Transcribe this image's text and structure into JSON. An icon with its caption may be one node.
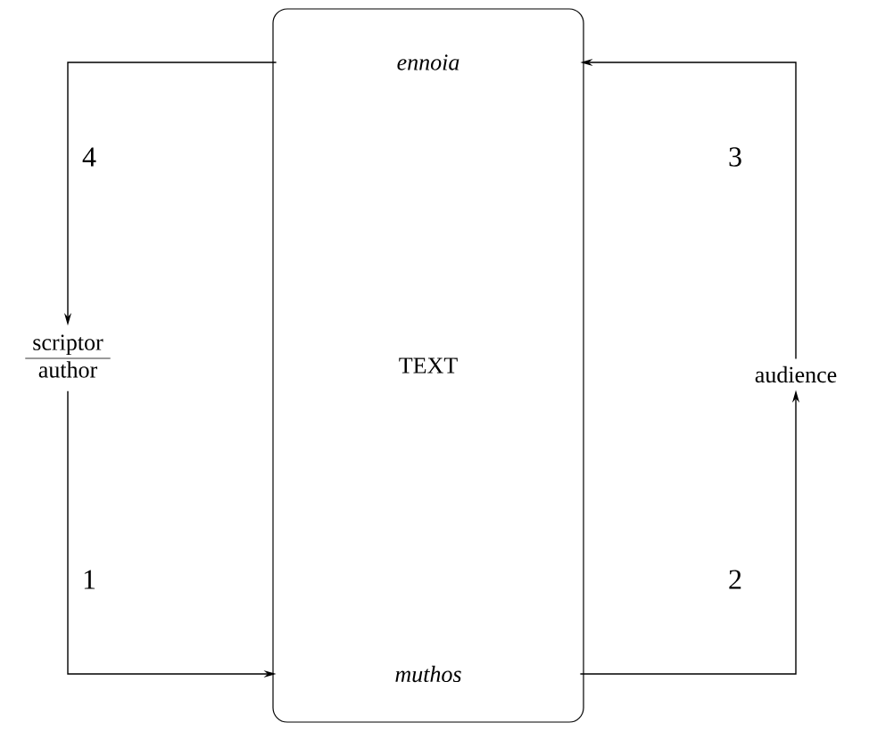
{
  "diagram": {
    "nodes": [
      {
        "text": [
          "TEXT"
        ]
      },
      {
        "text": [
          "ennoia"
        ],
        "in": 0
      },
      {
        "text": [
          "muthos"
        ],
        "in": 0
      },
      {
        "text": [
          "scriptor",
          "author"
        ]
      },
      {
        "text": [
          "audience"
        ]
      }
    ],
    "edges": [
      {
        "from": 1,
        "to": 3,
        "arrow": "to",
        "label": "4"
      },
      {
        "from": 3,
        "to": 2,
        "arrow": "to",
        "label": "1"
      },
      {
        "from": 2,
        "to": 4,
        "arrow": "to",
        "label": "2"
      },
      {
        "from": 4,
        "to": 1,
        "arrow": "to",
        "label": "3"
      }
    ]
  }
}
